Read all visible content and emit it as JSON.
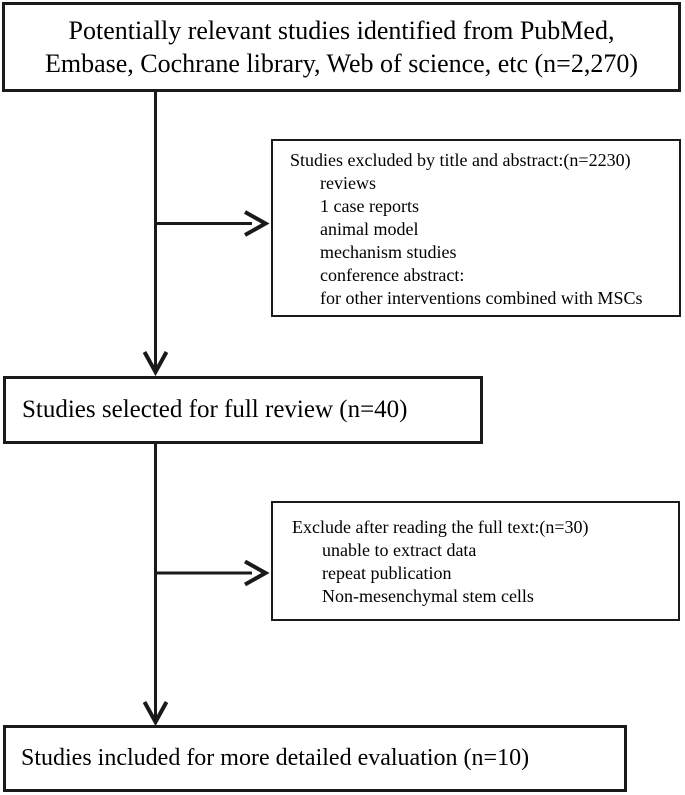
{
  "figure": {
    "type": "flowchart",
    "colors": {
      "line": "#1a1a1a",
      "text": "#000000",
      "background": "#ffffff"
    },
    "boxes": {
      "identified": {
        "lines": [
          "Potentially relevant studies identified from PubMed,",
          "Embase, Cochrane library, Web of science, etc (n=2,270)"
        ]
      },
      "excluded_title_abstract": {
        "title": "Studies excluded by title and abstract:(n=2230)",
        "items": [
          "reviews",
          "1 case reports",
          "animal model",
          "mechanism studies",
          "conference abstract:",
          "for other interventions combined with MSCs"
        ]
      },
      "full_review": {
        "text": "Studies selected for full review (n=40)"
      },
      "excluded_full_text": {
        "title": "Exclude after reading the full text:(n=30)",
        "items": [
          "unable to extract data",
          "repeat publication",
          "Non-mesenchymal stem cells"
        ]
      },
      "included": {
        "text": "Studies included for more detailed evaluation (n=10)"
      }
    }
  }
}
